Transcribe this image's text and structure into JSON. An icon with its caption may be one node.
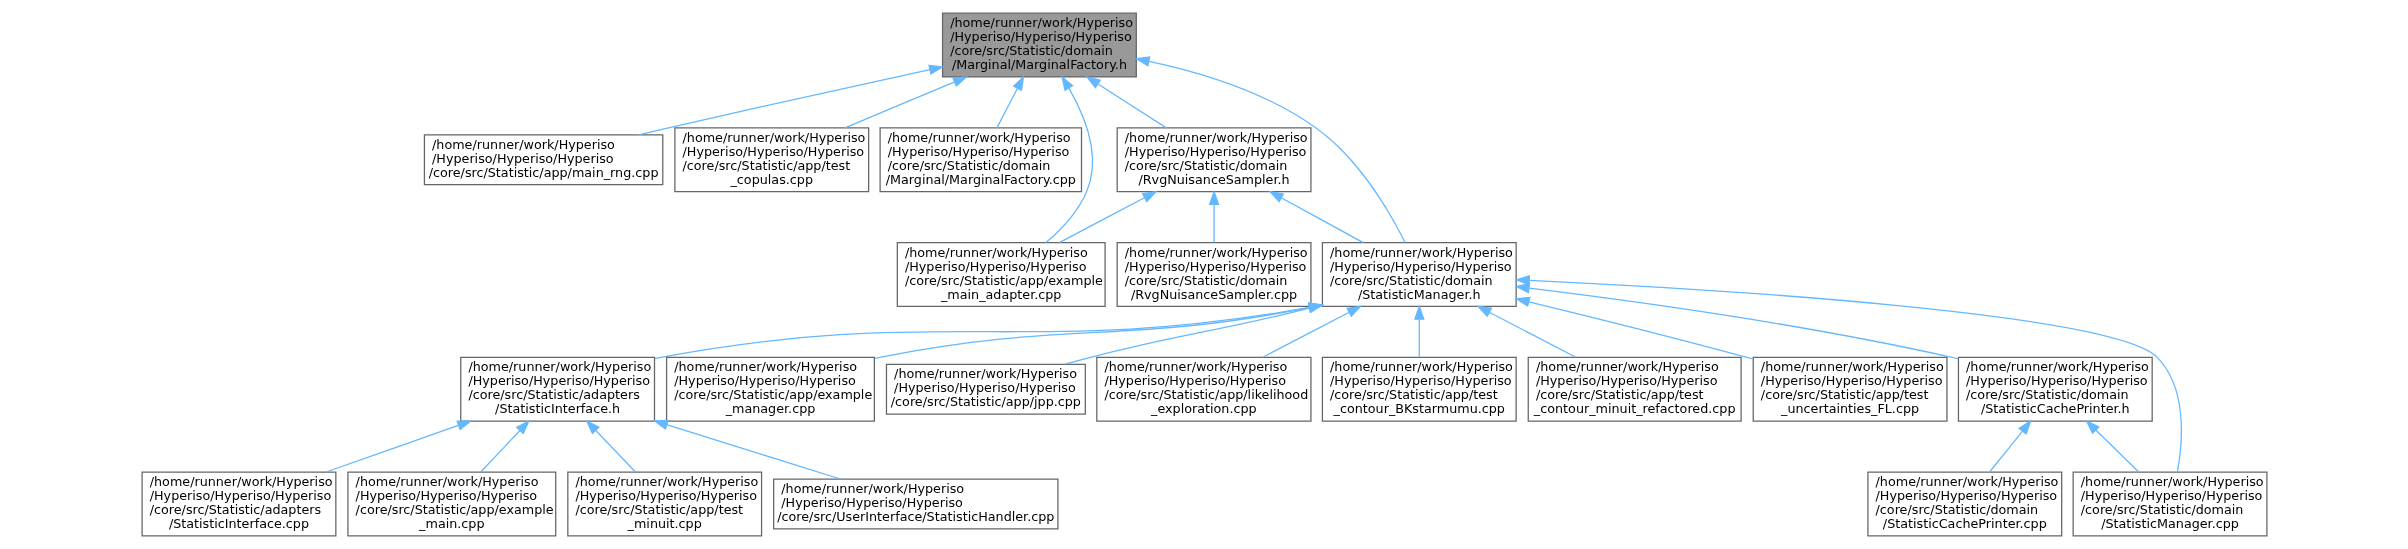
{
  "diagram": {
    "nodes": [
      {
        "text": [
          "/home/runner/work/Hyperiso /Hyperiso/Hyperiso/Hyperiso /core/src/Statistic/domain /Marginal/MarginalFactory.h"
        ]
      },
      {
        "text": [
          "/home/runner/work/Hyperiso /Hyperiso/Hyperiso/Hyperiso /core/src/Statistic/app/main_rng.cpp"
        ]
      },
      {
        "text": [
          "/home/runner/work/Hyperiso /Hyperiso/Hyperiso/Hyperiso /core/src/Statistic/app/test _copulas.cpp"
        ]
      },
      {
        "text": [
          "/home/runner/work/Hyperiso /Hyperiso/Hyperiso/Hyperiso /core/src/Statistic/domain /Marginal/MarginalFactory.cpp"
        ]
      },
      {
        "text": [
          "/home/runner/work/Hyperiso /Hyperiso/Hyperiso/Hyperiso /core/src/Statistic/domain /RvgNuisanceSampler.h"
        ]
      },
      {
        "text": [
          "/home/runner/work/Hyperiso /Hyperiso/Hyperiso/Hyperiso /core/src/Statistic/app/example _main_adapter.cpp"
        ]
      },
      {
        "text": [
          "/home/runner/work/Hyperiso /Hyperiso/Hyperiso/Hyperiso /core/src/Statistic/domain /RvgNuisanceSampler.cpp"
        ]
      },
      {
        "text": [
          "/home/runner/work/Hyperiso /Hyperiso/Hyperiso/Hyperiso /core/src/Statistic/domain /StatisticManager.h"
        ]
      },
      {
        "text": [
          "/home/runner/work/Hyperiso /Hyperiso/Hyperiso/Hyperiso /core/src/Statistic/adapters /StatisticInterface.h"
        ]
      },
      {
        "text": [
          "/home/runner/work/Hyperiso /Hyperiso/Hyperiso/Hyperiso /core/src/Statistic/app/example _manager.cpp"
        ]
      },
      {
        "text": [
          "/home/runner/work/Hyperiso /Hyperiso/Hyperiso/Hyperiso /core/src/Statistic/app/jpp.cpp"
        ]
      },
      {
        "text": [
          "/home/runner/work/Hyperiso /Hyperiso/Hyperiso/Hyperiso /core/src/Statistic/app/likelihood _exploration.cpp"
        ]
      },
      {
        "text": [
          "/home/runner/work/Hyperiso /Hyperiso/Hyperiso/Hyperiso /core/src/Statistic/app/test _contour_BKstarmumu.cpp"
        ]
      },
      {
        "text": [
          "/home/runner/work/Hyperiso /Hyperiso/Hyperiso/Hyperiso /core/src/Statistic/app/test _contour_minuit_refactored.cpp"
        ]
      },
      {
        "text": [
          "/home/runner/work/Hyperiso /Hyperiso/Hyperiso/Hyperiso /core/src/Statistic/app/test _uncertainties_FL.cpp"
        ]
      },
      {
        "text": [
          "/home/runner/work/Hyperiso /Hyperiso/Hyperiso/Hyperiso /core/src/Statistic/domain /StatisticCachePrinter.h"
        ]
      },
      {
        "text": [
          "/home/runner/work/Hyperiso /Hyperiso/Hyperiso/Hyperiso /core/src/Statistic/adapters /StatisticInterface.cpp"
        ]
      },
      {
        "text": [
          "/home/runner/work/Hyperiso /Hyperiso/Hyperiso/Hyperiso /core/src/Statistic/app/example _main.cpp"
        ]
      },
      {
        "text": [
          "/home/runner/work/Hyperiso /Hyperiso/Hyperiso/Hyperiso /core/src/Statistic/app/test _minuit.cpp"
        ]
      },
      {
        "text": [
          "/home/runner/work/Hyperiso /Hyperiso/Hyperiso/Hyperiso /core/src/UserInterface/StatisticHandler.cpp"
        ]
      },
      {
        "text": [
          "/home/runner/work/Hyperiso /Hyperiso/Hyperiso/Hyperiso /core/src/Statistic/domain /StatisticCachePrinter.cpp"
        ]
      },
      {
        "text": [
          "/home/runner/work/Hyperiso /Hyperiso/Hyperiso/Hyperiso /core/src/Statistic/domain /StatisticManager.cpp"
        ]
      }
    ],
    "edges": [
      {
        "from": 1,
        "to": 0,
        "arrow": "to"
      },
      {
        "from": 2,
        "to": 0,
        "arrow": "to"
      },
      {
        "from": 3,
        "to": 0,
        "arrow": "to"
      },
      {
        "from": 4,
        "to": 0,
        "arrow": "to"
      },
      {
        "from": 5,
        "to": 0,
        "arrow": "to"
      },
      {
        "from": 7,
        "to": 0,
        "arrow": "to"
      },
      {
        "from": 5,
        "to": 4,
        "arrow": "to"
      },
      {
        "from": 6,
        "to": 4,
        "arrow": "to"
      },
      {
        "from": 7,
        "to": 4,
        "arrow": "to"
      },
      {
        "from": 8,
        "to": 7,
        "arrow": "to"
      },
      {
        "from": 9,
        "to": 7,
        "arrow": "to"
      },
      {
        "from": 10,
        "to": 7,
        "arrow": "to"
      },
      {
        "from": 11,
        "to": 7,
        "arrow": "to"
      },
      {
        "from": 12,
        "to": 7,
        "arrow": "to"
      },
      {
        "from": 13,
        "to": 7,
        "arrow": "to"
      },
      {
        "from": 14,
        "to": 7,
        "arrow": "to"
      },
      {
        "from": 15,
        "to": 7,
        "arrow": "to"
      },
      {
        "from": 21,
        "to": 7,
        "arrow": "to"
      },
      {
        "from": 16,
        "to": 8,
        "arrow": "to"
      },
      {
        "from": 17,
        "to": 8,
        "arrow": "to"
      },
      {
        "from": 18,
        "to": 8,
        "arrow": "to"
      },
      {
        "from": 19,
        "to": 8,
        "arrow": "to"
      },
      {
        "from": 20,
        "to": 15,
        "arrow": "to"
      },
      {
        "from": 21,
        "to": 15,
        "arrow": "to"
      }
    ]
  }
}
